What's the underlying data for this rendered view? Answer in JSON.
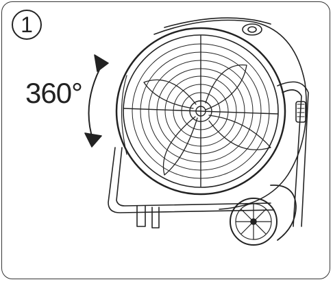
{
  "step": {
    "number": "1"
  },
  "rotation": {
    "label": "360°"
  },
  "icons": [
    "fan-illustration",
    "rotation-arrow-icon",
    "wheel-icon",
    "tilt-knob-icon"
  ]
}
